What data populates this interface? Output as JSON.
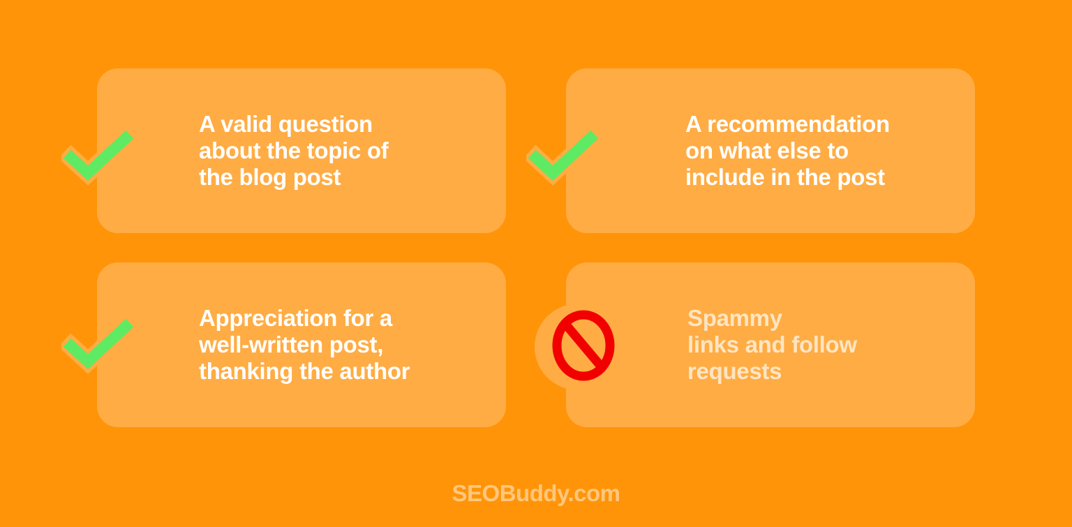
{
  "colors": {
    "background": "#FF9409",
    "card": "#FFAC44",
    "check": "#5FEA63",
    "check_outline": "#FFAC44",
    "stop": "#F20000",
    "text_primary": "#FFFFFF",
    "text_muted": "#FFE5C2",
    "footer": "#FFC77E"
  },
  "cards": [
    {
      "icon": "check-icon",
      "text": "A valid question\nabout the topic of\nthe blog post",
      "allowed": true
    },
    {
      "icon": "check-icon",
      "text": "A recommendation\non what else to\ninclude in the post",
      "allowed": true
    },
    {
      "icon": "check-icon",
      "text": "Appreciation for a\nwell-written post,\nthanking the author",
      "allowed": true
    },
    {
      "icon": "prohibited-icon",
      "text": "Spammy\nlinks and follow\nrequests",
      "allowed": false
    }
  ],
  "footer": {
    "brand": "SEOBuddy.com"
  }
}
